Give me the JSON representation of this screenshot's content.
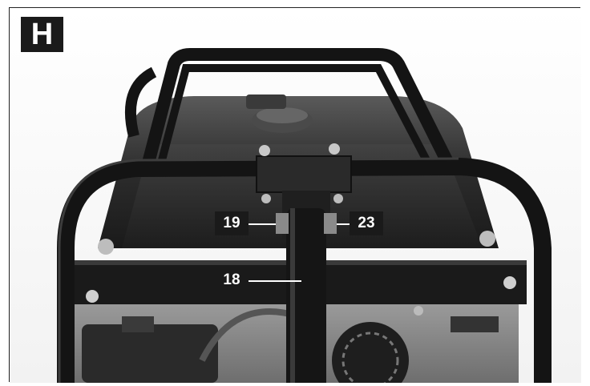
{
  "figure": {
    "label": "H",
    "callouts": [
      {
        "number": "19"
      },
      {
        "number": "23"
      },
      {
        "number": "18"
      }
    ]
  },
  "colors": {
    "badge": "#1a1a1a",
    "badge_text": "#ffffff",
    "frame_metal": "#141414",
    "background": "#ffffff"
  }
}
